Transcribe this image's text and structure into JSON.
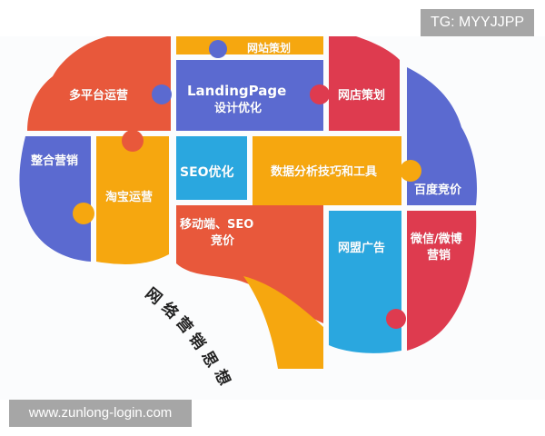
{
  "watermarks": {
    "top": "TG: MYYJJPP",
    "bottom": "www.zunlong-login.com"
  },
  "colors": {
    "red_orange": "#e8583b",
    "orange": "#f6a70f",
    "blue_purple": "#5b6ad0",
    "red": "#de3b4f",
    "cyan": "#2aa7df",
    "text": "#ffffff",
    "title_text": "#222222"
  },
  "diagram": {
    "title": "网络营销思想",
    "title_chars": [
      "网",
      "络",
      "营",
      "销",
      "思",
      "想"
    ],
    "pieces": [
      {
        "id": "website",
        "label": "网站策划"
      },
      {
        "id": "multi",
        "label": "多平台运营"
      },
      {
        "id": "landing_1",
        "label": "LandingPage"
      },
      {
        "id": "landing_2",
        "label": "设计优化"
      },
      {
        "id": "shop",
        "label": "网店策划"
      },
      {
        "id": "integrate",
        "label": "整合营销"
      },
      {
        "id": "taobao",
        "label": "淘宝运营"
      },
      {
        "id": "seo",
        "label": "SEO优化"
      },
      {
        "id": "data",
        "label": "数据分析技巧和工具"
      },
      {
        "id": "baidu",
        "label": "百度竞价"
      },
      {
        "id": "mobile_1",
        "label": "移动端、SEO"
      },
      {
        "id": "mobile_2",
        "label": "竞价"
      },
      {
        "id": "union",
        "label": "网盟广告"
      },
      {
        "id": "wechat_1",
        "label": "微信/微博"
      },
      {
        "id": "wechat_2",
        "label": "营销"
      }
    ]
  }
}
